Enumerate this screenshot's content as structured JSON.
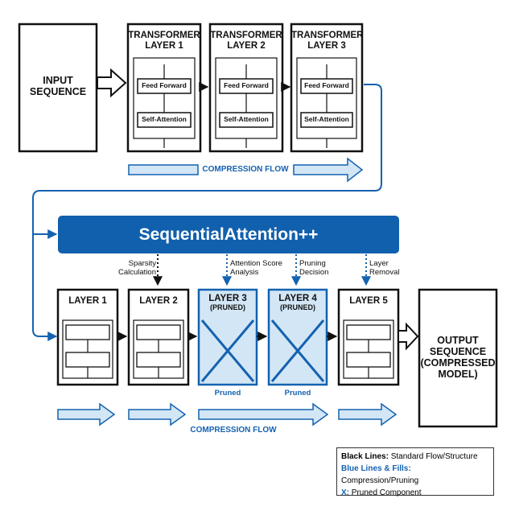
{
  "input": {
    "line1": "INPUT",
    "line2": "SEQUENCE"
  },
  "top_layers": [
    {
      "line1": "TRANSFORMER",
      "line2": "LAYER 1",
      "ff": "Feed Forward",
      "sa": "Self-Attention"
    },
    {
      "line1": "TRANSFORMER",
      "line2": "LAYER 2",
      "ff": "Feed Forward",
      "sa": "Self-Attention"
    },
    {
      "line1": "TRANSFORMER",
      "line2": "LAYER 3",
      "ff": "Feed Forward",
      "sa": "Self-Attention"
    }
  ],
  "compression_flow_top": "COMPRESSION FLOW",
  "banner": "SequentialAttention++",
  "steps": [
    {
      "line1": "Sparsity",
      "line2": "Calculation"
    },
    {
      "line1": "Attention Score",
      "line2": "Analysis"
    },
    {
      "line1": "Pruning",
      "line2": "Decision"
    },
    {
      "line1": "Layer",
      "line2": "Removal"
    }
  ],
  "bottom_layers": [
    {
      "line1": "LAYER 1",
      "line2": ""
    },
    {
      "line1": "LAYER 2",
      "line2": ""
    },
    {
      "line1": "LAYER 3",
      "line2": "(PRUNED)"
    },
    {
      "line1": "LAYER 4",
      "line2": "(PRUNED)"
    },
    {
      "line1": "LAYER 5",
      "line2": ""
    }
  ],
  "pruned_label": "Pruned",
  "output": {
    "line1": "OUTPUT",
    "line2": "SEQUENCE",
    "line3": "(COMPRESSED",
    "line4": "MODEL)"
  },
  "compression_flow_bottom": "COMPRESSION FLOW",
  "legend": {
    "black_key": "Black Lines:",
    "black_text": "Standard Flow/Structure",
    "blue_key": "Blue Lines & Fills:",
    "blue_text": "Compression/Pruning",
    "x_key": "X:",
    "x_text": "Pruned Component"
  },
  "colors": {
    "blue": "#1462b0",
    "light_blue": "#d3e6f5",
    "black": "#111111"
  }
}
